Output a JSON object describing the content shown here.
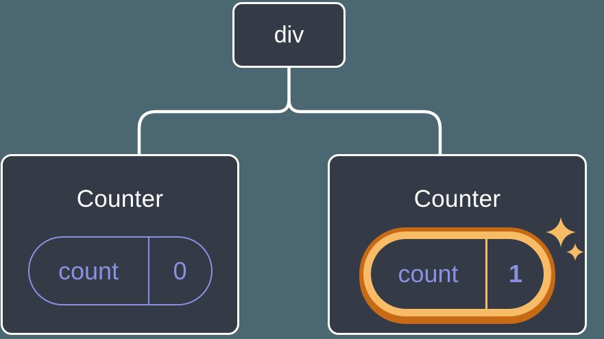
{
  "diagram": {
    "description": "component tree with state",
    "colors": {
      "background": "#4B6772",
      "node_fill": "#343A46",
      "node_border": "#FFFFFF",
      "connector": "#FFFFFF",
      "state_accent": "#8A90E2",
      "highlight_ring_light": "#F8BC66",
      "highlight_ring_dark": "#C76A15"
    },
    "icons": {
      "sparkles": "sparkles-icon"
    },
    "root": {
      "label": "div"
    },
    "children": [
      {
        "title": "Counter",
        "highlighted": false,
        "state": {
          "key": "count",
          "value": "0"
        }
      },
      {
        "title": "Counter",
        "highlighted": true,
        "state": {
          "key": "count",
          "value": "1"
        }
      }
    ]
  }
}
